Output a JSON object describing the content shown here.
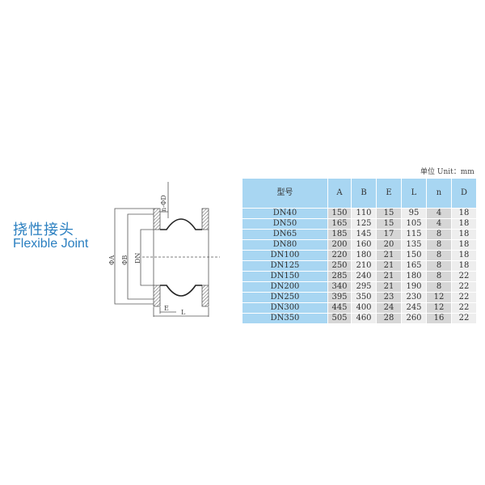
{
  "title": {
    "cn": "挠性接头",
    "en": "Flexible Joint"
  },
  "diagram": {
    "labels": {
      "nd": "n-ΦD",
      "a": "ΦA",
      "b": "ΦB",
      "dn": "DN",
      "e": "E",
      "l": "L"
    }
  },
  "unit_label": "单位 Unit：mm",
  "table": {
    "headers": [
      "型号",
      "A",
      "B",
      "E",
      "L",
      "n",
      "D"
    ],
    "rows": [
      [
        "DN40",
        "150",
        "110",
        "15",
        "95",
        "4",
        "18"
      ],
      [
        "DN50",
        "165",
        "125",
        "15",
        "105",
        "4",
        "18"
      ],
      [
        "DN65",
        "185",
        "145",
        "17",
        "115",
        "8",
        "18"
      ],
      [
        "DN80",
        "200",
        "160",
        "20",
        "135",
        "8",
        "18"
      ],
      [
        "DN100",
        "220",
        "180",
        "21",
        "150",
        "8",
        "18"
      ],
      [
        "DN125",
        "250",
        "210",
        "21",
        "165",
        "8",
        "18"
      ],
      [
        "DN150",
        "285",
        "240",
        "21",
        "180",
        "8",
        "22"
      ],
      [
        "DN200",
        "340",
        "295",
        "21",
        "190",
        "8",
        "22"
      ],
      [
        "DN250",
        "395",
        "350",
        "23",
        "230",
        "12",
        "22"
      ],
      [
        "DN300",
        "445",
        "400",
        "24",
        "245",
        "12",
        "22"
      ],
      [
        "DN350",
        "505",
        "460",
        "28",
        "260",
        "16",
        "22"
      ]
    ]
  }
}
